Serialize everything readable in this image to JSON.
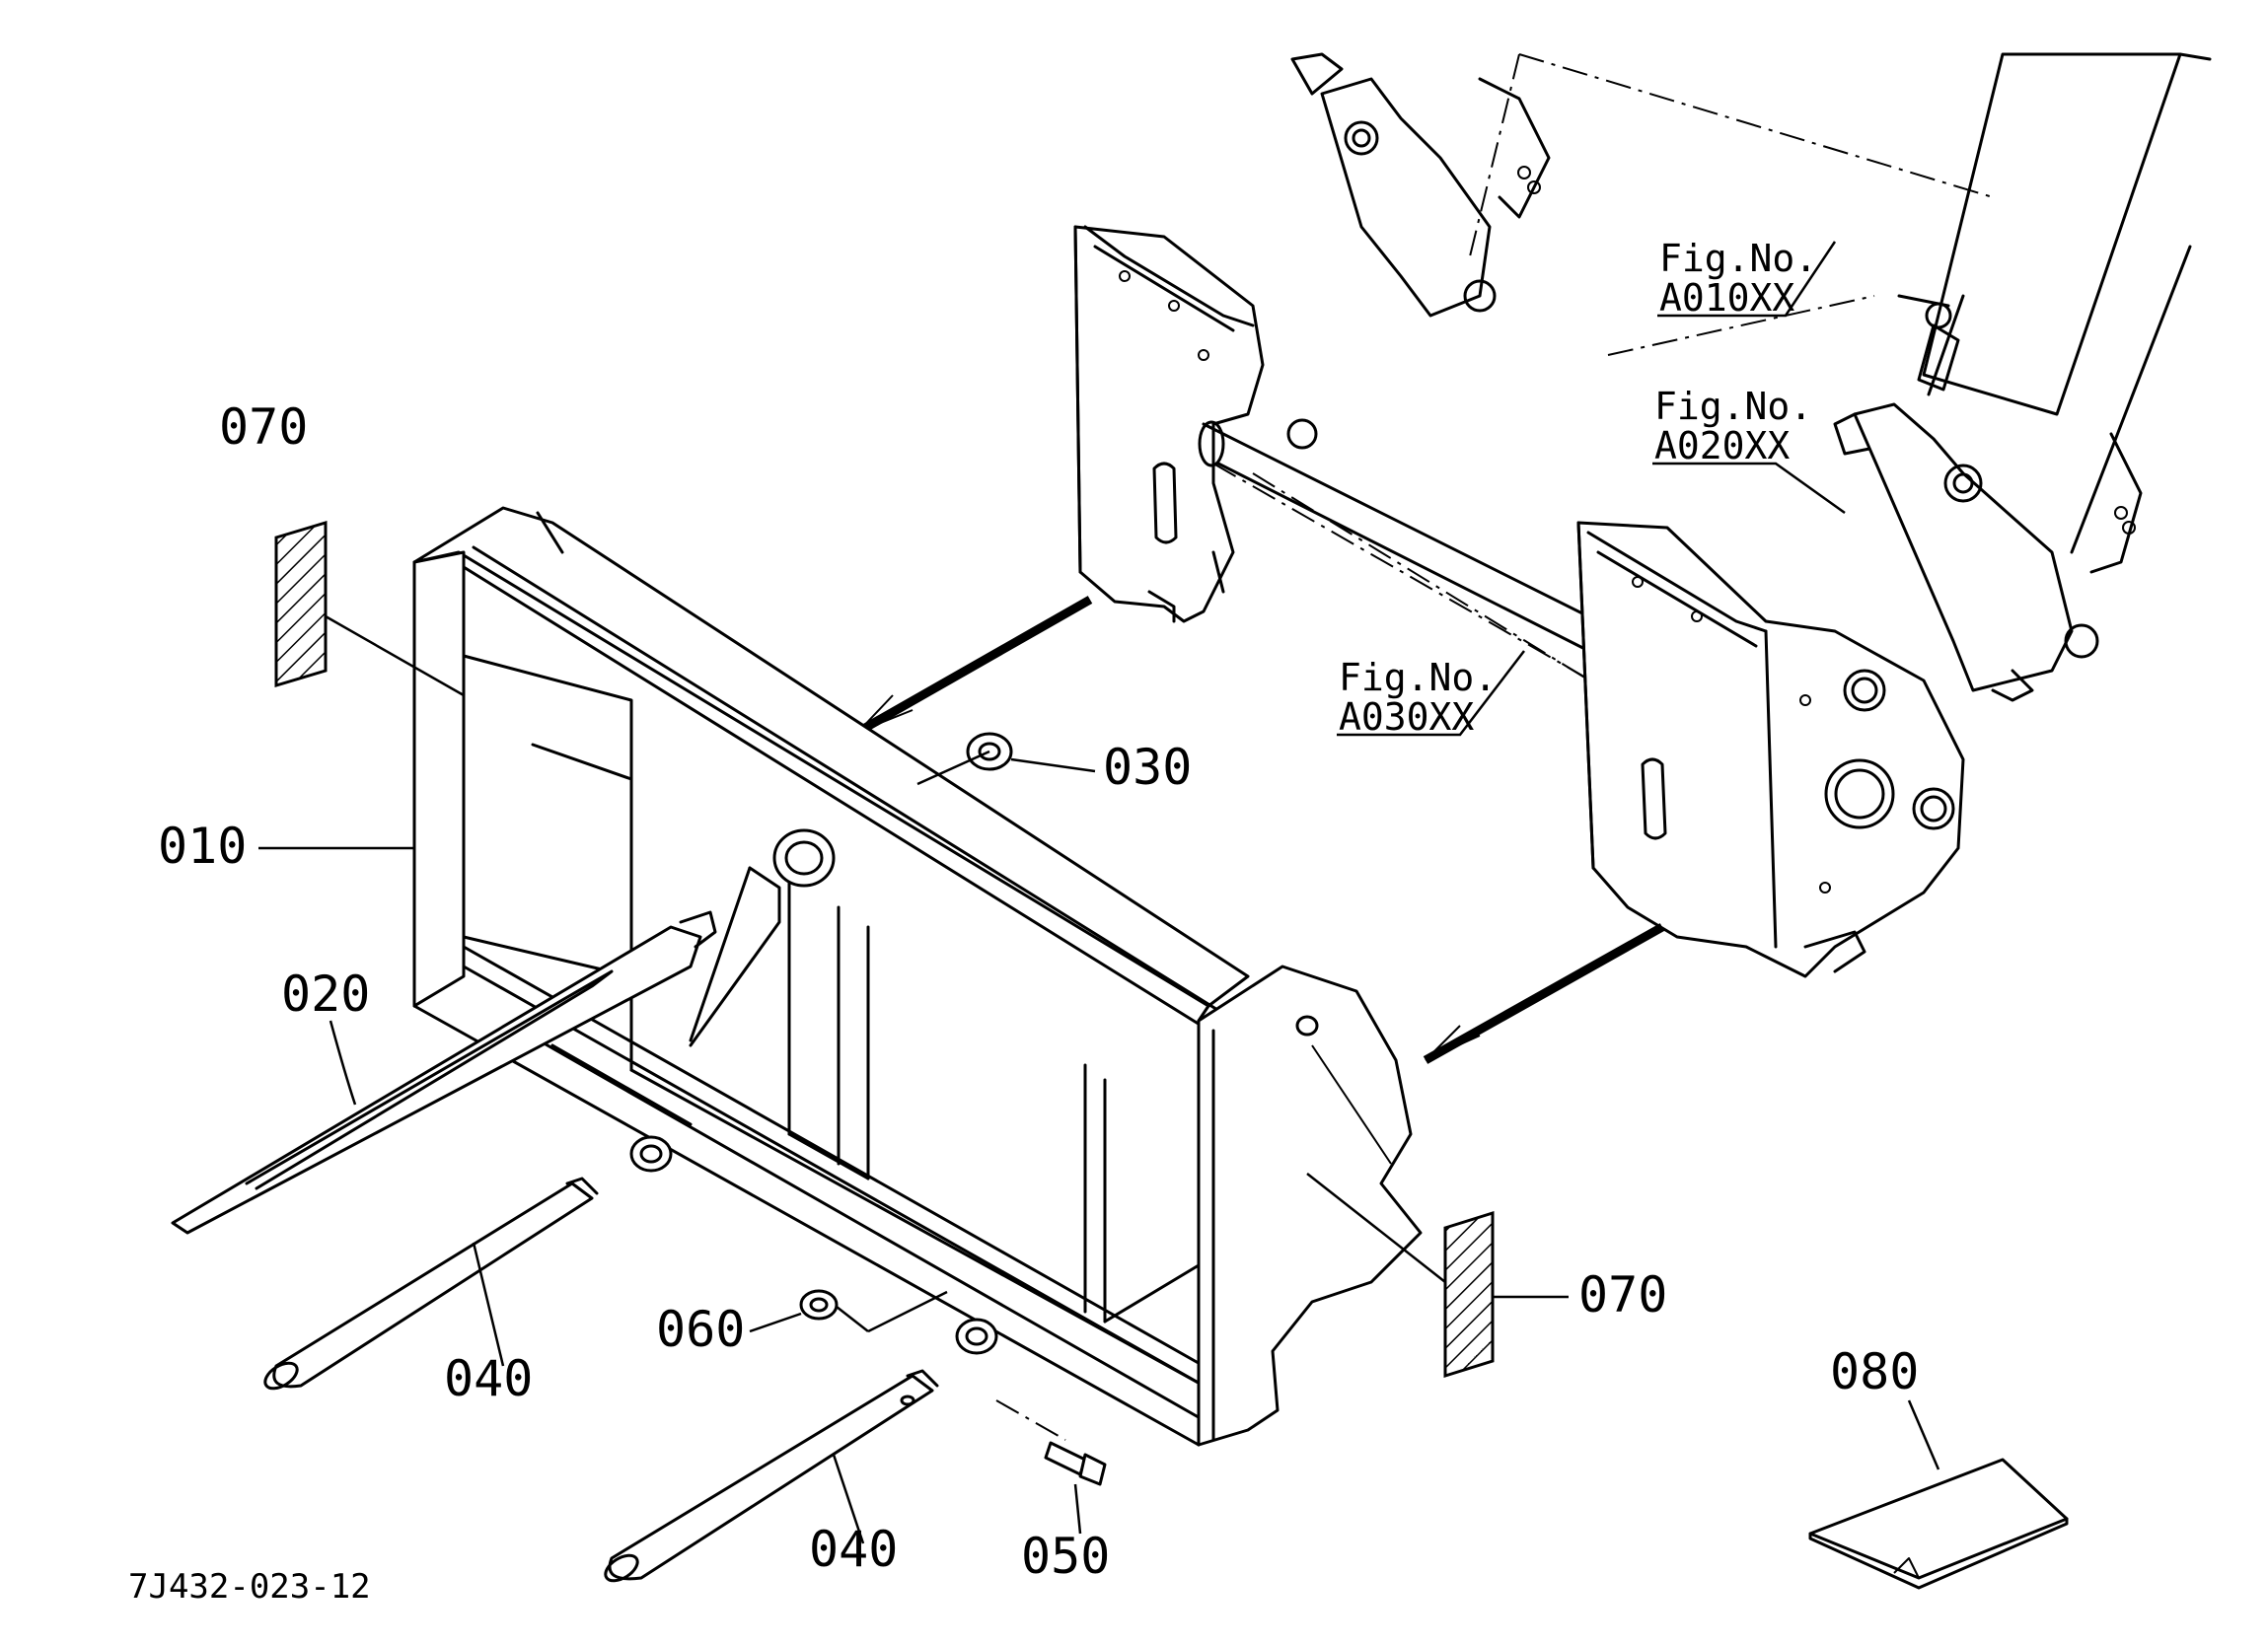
{
  "diagram": {
    "part_labels": [
      "070",
      "010",
      "020",
      "030",
      "040",
      "040",
      "060",
      "050",
      "070",
      "080"
    ],
    "figure_references": [
      {
        "prefix": "Fig.No.",
        "code": "A010XX"
      },
      {
        "prefix": "Fig.No.",
        "code": "A020XX"
      },
      {
        "prefix": "Fig.No.",
        "code": "A030XX"
      }
    ],
    "drawing_code": "7J432-023-12"
  }
}
